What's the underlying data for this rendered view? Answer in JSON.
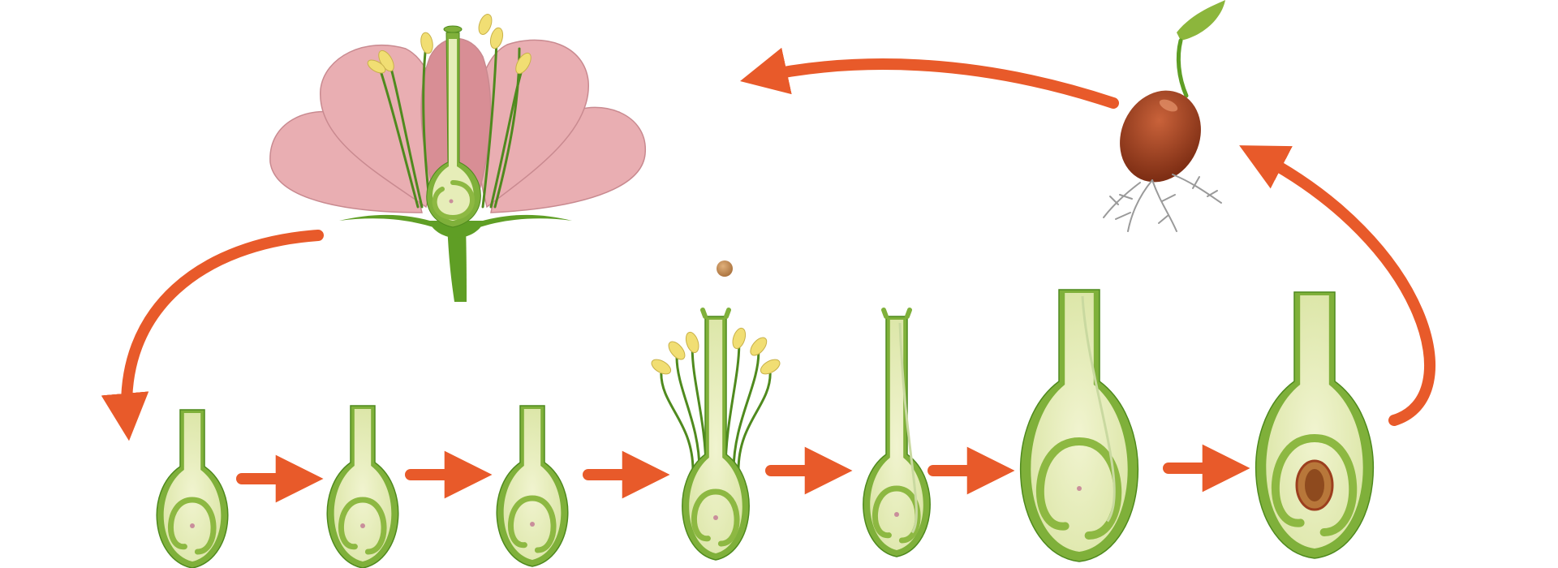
{
  "figure": {
    "type": "life-cycle-diagram",
    "text_labels": []
  },
  "colors": {
    "arrow": "#E85A2A",
    "pistil_wall": "#7FB03A",
    "pistil_wall_dark": "#4F8A1E",
    "ovary_fill": "#E6EDB8",
    "ovule_ring": "#8DB842",
    "petal": "#E9AEB2",
    "petal_shade": "#D88E95",
    "stem": "#5F9E25",
    "anther": "#F1DE73",
    "pollen": "#C78F52",
    "seed_coat": "#9C3F1E",
    "embryo": "#B8773A",
    "root": "#9A9A9A",
    "cotyledon": "#8CB63C"
  },
  "stages": [
    {
      "id": "flower",
      "kind": "flower"
    },
    {
      "id": "ovary-1",
      "kind": "ovary"
    },
    {
      "id": "ovary-2",
      "kind": "ovary"
    },
    {
      "id": "ovary-3",
      "kind": "ovary"
    },
    {
      "id": "pollination",
      "kind": "pistil-with-stamens"
    },
    {
      "id": "fertilization",
      "kind": "long-pistil"
    },
    {
      "id": "developing-seed",
      "kind": "large-ovary"
    },
    {
      "id": "mature-seed",
      "kind": "large-ovary-with-seed"
    },
    {
      "id": "germinating-seed",
      "kind": "seedling"
    }
  ],
  "icons": [
    "flower-icon",
    "ovary-icon",
    "pollen-grain-icon",
    "seed-icon",
    "arrow-icon"
  ]
}
